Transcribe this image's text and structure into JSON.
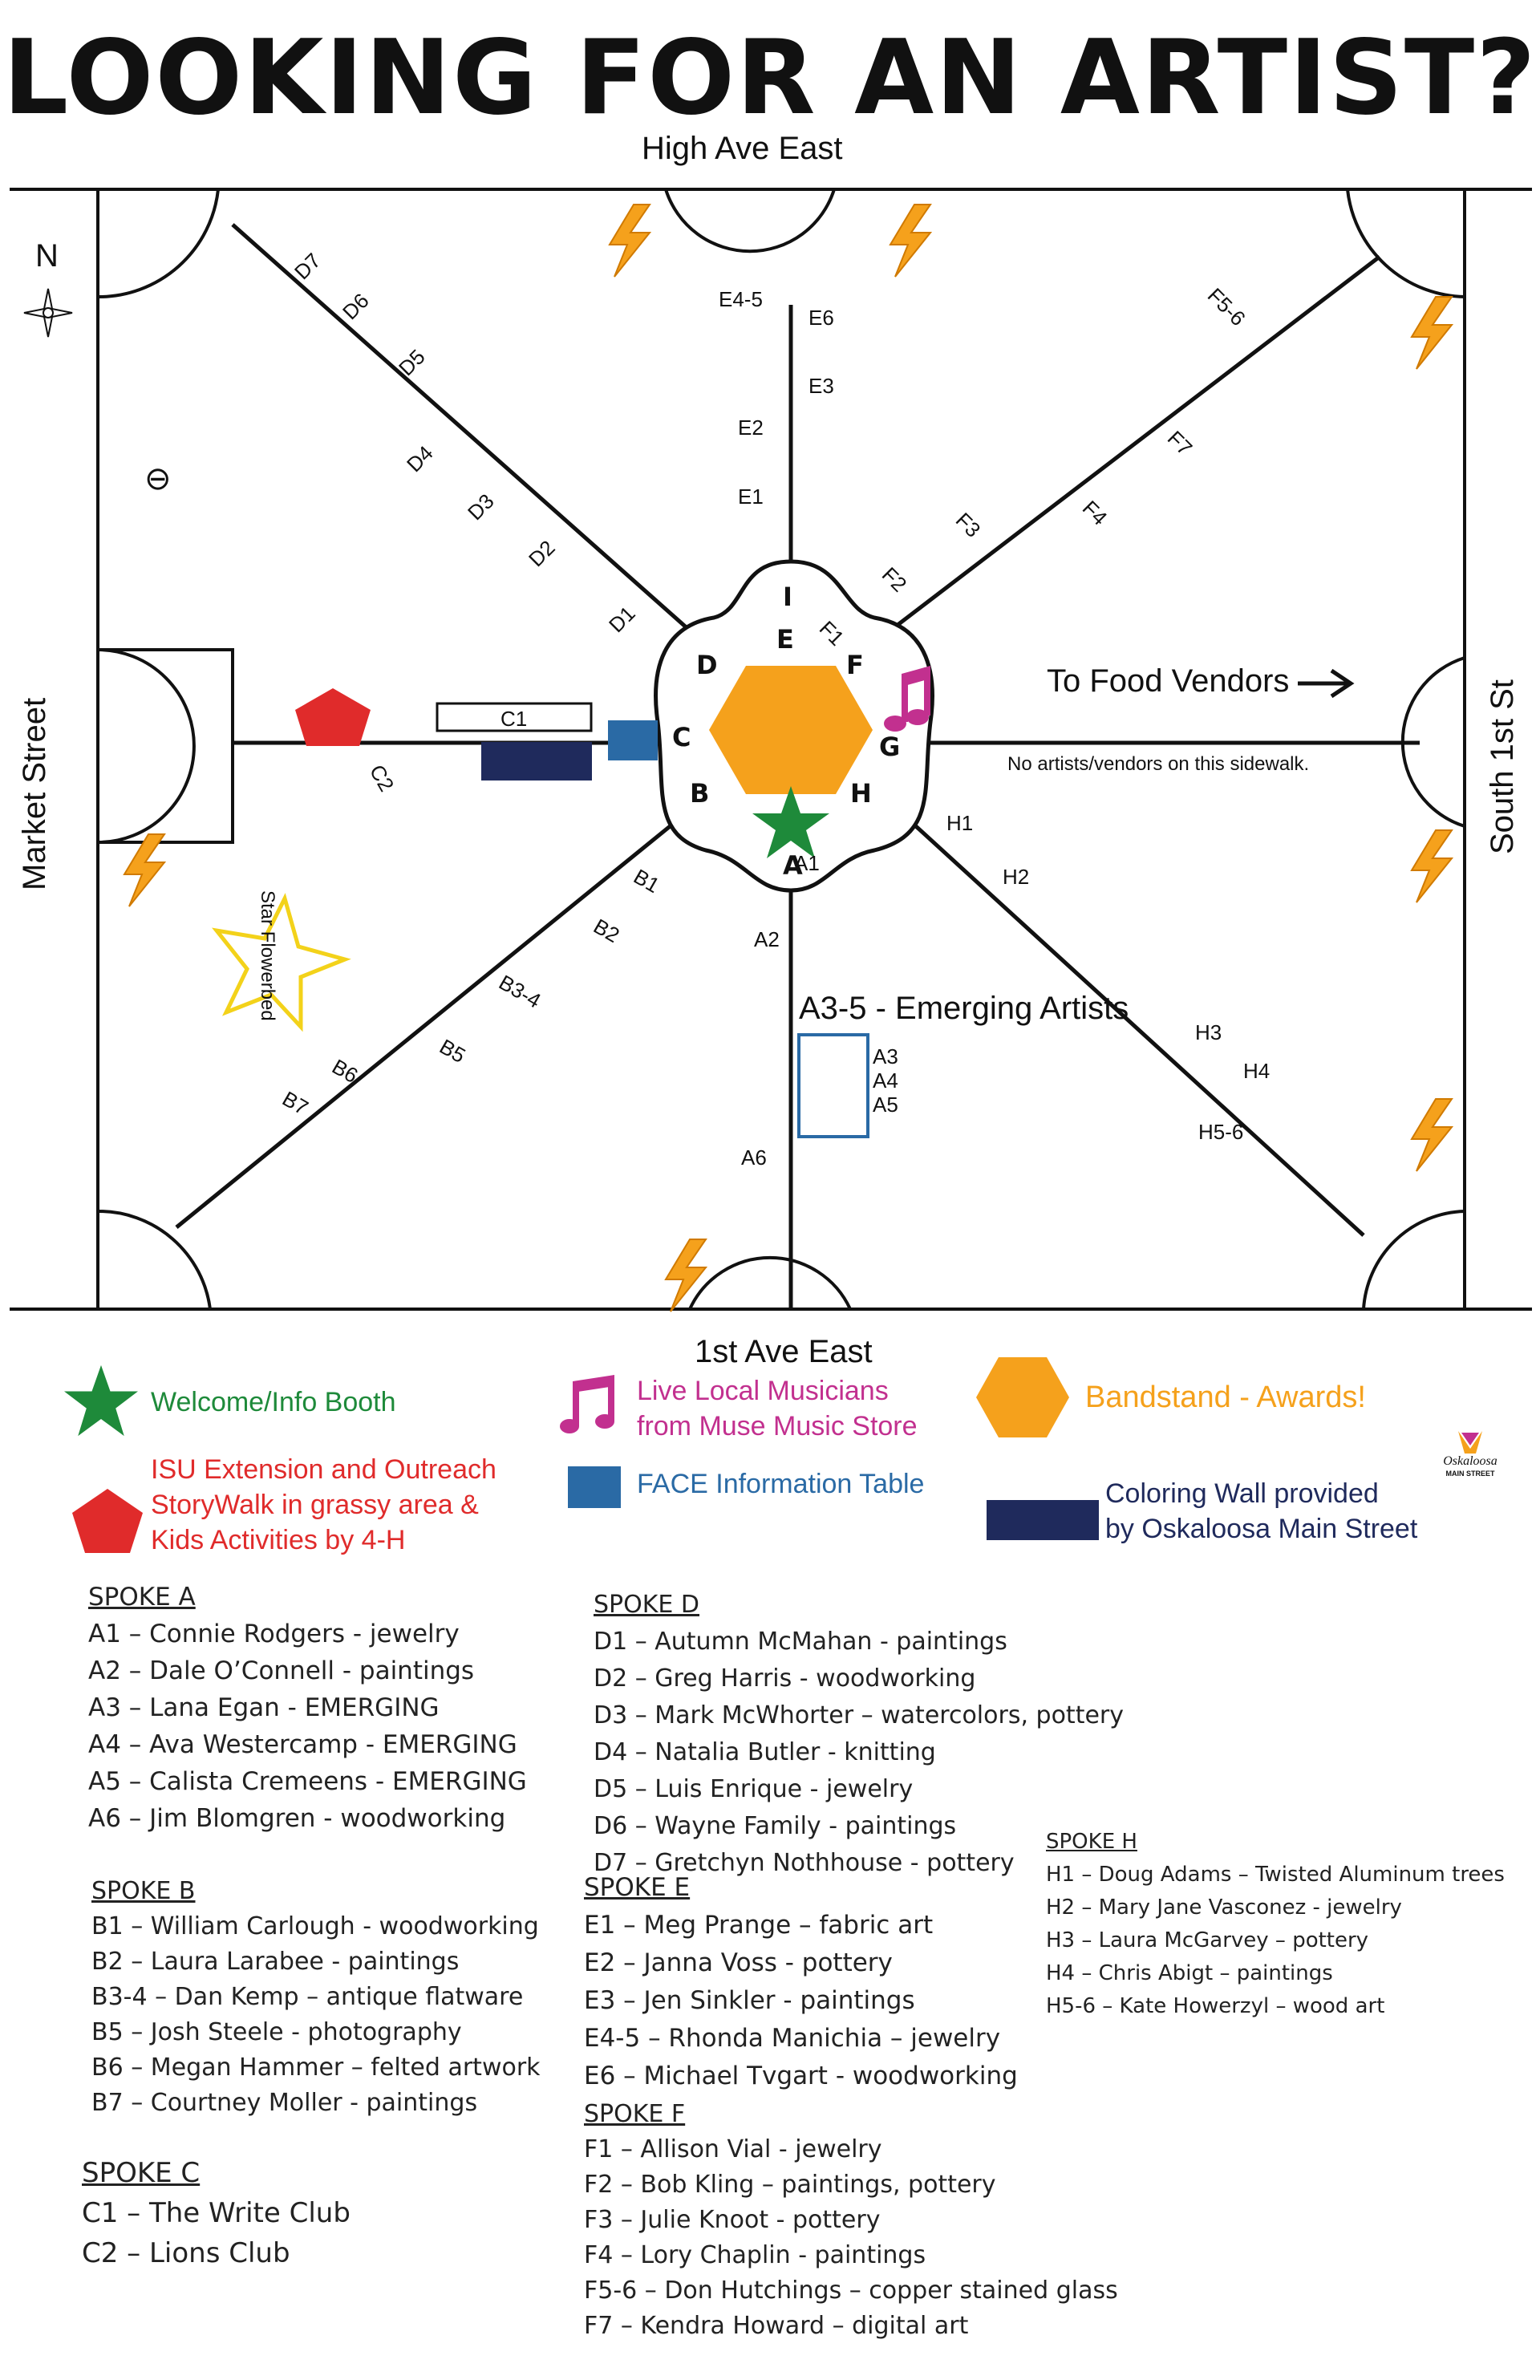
{
  "title": "LOOKING FOR AN ARTIST?",
  "streets": {
    "north": "High Ave East",
    "south": "1st Ave East",
    "west": "Market Street",
    "east": "South 1st St"
  },
  "compass": "N",
  "hub_letters": [
    "I",
    "E",
    "F",
    "D",
    "C",
    "G",
    "B",
    "H",
    "A"
  ],
  "map_labels": {
    "food_vendors": "To Food Vendors",
    "no_artists": "No artists/vendors on this sidewalk.",
    "star_flowerbed": "Star Flowerbed",
    "emerging": "A3-5 - Emerging Artists",
    "c1_box": "C1",
    "spoke_a": [
      "A1",
      "A2",
      "A3",
      "A4",
      "A5",
      "A6"
    ],
    "spoke_b": [
      "B1",
      "B2",
      "B3-4",
      "B5",
      "B6",
      "B7"
    ],
    "spoke_c": [
      "C2"
    ],
    "spoke_d": [
      "D1",
      "D2",
      "D3",
      "D4",
      "D5",
      "D6",
      "D7"
    ],
    "spoke_e": [
      "E1",
      "E2",
      "E3",
      "E4-5",
      "E6"
    ],
    "spoke_f": [
      "F1",
      "F2",
      "F3",
      "F4",
      "F7",
      "F5-6"
    ],
    "spoke_h": [
      "H1",
      "H2",
      "H3",
      "H4",
      "H5-6"
    ]
  },
  "legend": {
    "welcome": "Welcome/Info Booth",
    "musicians_1": "Live Local Musicians",
    "musicians_2": "from Muse Music Store",
    "bandstand": "Bandstand - Awards!",
    "isu_1": "ISU Extension and Outreach",
    "isu_2": "StoryWalk in grassy area &",
    "isu_3": "Kids Activities by 4-H",
    "face": "FACE Information Table",
    "coloring_1": "Coloring Wall provided",
    "coloring_2": "by Oskaloosa Main Street",
    "logo_text": "Oskaloosa MAIN STREET"
  },
  "colors": {
    "green": "#1e8a3a",
    "red": "#e02b2b",
    "magenta": "#c2308f",
    "orange": "#f5a11c",
    "blue": "#2a6aa5",
    "navy": "#1f2a5c"
  },
  "spokes": {
    "a": {
      "heading": "SPOKE A",
      "items": [
        "A1 – Connie Rodgers - jewelry",
        "A2 – Dale O’Connell - paintings",
        "A3 – Lana Egan - EMERGING",
        "A4 – Ava Westercamp - EMERGING",
        "A5 – Calista Cremeens - EMERGING",
        "A6 – Jim Blomgren - woodworking"
      ]
    },
    "b": {
      "heading": "SPOKE B",
      "items": [
        "B1 – William Carlough - woodworking",
        "B2 – Laura Larabee - paintings",
        "B3-4 – Dan Kemp – antique flatware",
        "B5 – Josh Steele - photography",
        "B6 – Megan Hammer – felted artwork",
        "B7 – Courtney Moller - paintings"
      ]
    },
    "c": {
      "heading": "SPOKE C",
      "items": [
        "C1 – The Write Club",
        "C2 – Lions Club"
      ]
    },
    "d": {
      "heading": "SPOKE D",
      "items": [
        "D1 – Autumn McMahan - paintings",
        "D2 – Greg Harris - woodworking",
        "D3 – Mark McWhorter – watercolors, pottery",
        "D4 – Natalia Butler - knitting",
        "D5 – Luis Enrique - jewelry",
        "D6 – Wayne Family - paintings",
        "D7 – Gretchyn Nothhouse - pottery"
      ]
    },
    "e": {
      "heading": "SPOKE E",
      "items": [
        "E1 – Meg Prange – fabric art",
        "E2 – Janna Voss - pottery",
        "E3 – Jen Sinkler - paintings",
        "E4-5 – Rhonda Manichia – jewelry",
        "E6 – Michael Tvgart - woodworking"
      ]
    },
    "f": {
      "heading": "SPOKE F",
      "items": [
        "F1 – Allison Vial - jewelry",
        "F2 – Bob Kling – paintings, pottery",
        "F3 – Julie Knoot - pottery",
        "F4 – Lory Chaplin - paintings",
        "F5-6 – Don Hutchings – copper stained glass",
        "F7 – Kendra Howard – digital art"
      ]
    },
    "h": {
      "heading": "SPOKE H",
      "items": [
        "H1 – Doug Adams – Twisted Aluminum trees",
        "H2 – Mary Jane Vasconez - jewelry",
        "H3 – Laura McGarvey – pottery",
        "H4 – Chris Abigt – paintings",
        "H5-6 – Kate Howerzyl – wood art"
      ]
    }
  }
}
